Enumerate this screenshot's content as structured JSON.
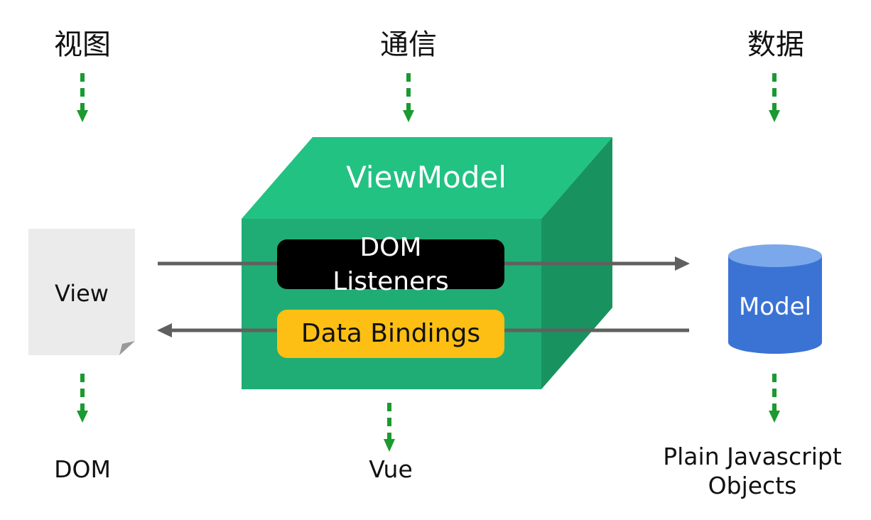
{
  "top_labels": {
    "view": "视图",
    "communication": "通信",
    "data": "数据"
  },
  "view": {
    "label": "View",
    "caption": "DOM"
  },
  "viewmodel": {
    "title": "ViewModel",
    "dom_listeners": {
      "line1": "DOM",
      "line2": "Listeners"
    },
    "data_bindings": "Data Bindings",
    "caption": "Vue"
  },
  "model": {
    "label": "Model",
    "caption": {
      "line1": "Plain Javascript",
      "line2": "Objects"
    }
  },
  "colors": {
    "green_arrow": "#1a9a2f",
    "connector": "#606060",
    "box_top": "#22c283",
    "box_front": "#1fad75",
    "box_side": "#18935f",
    "paper": "#ebebeb",
    "paper_fold": "#9a9a9a",
    "listeners": "#000000",
    "bindings": "#fdbf14",
    "model_body": "#3b73d5",
    "model_top": "#7aa8ea"
  }
}
